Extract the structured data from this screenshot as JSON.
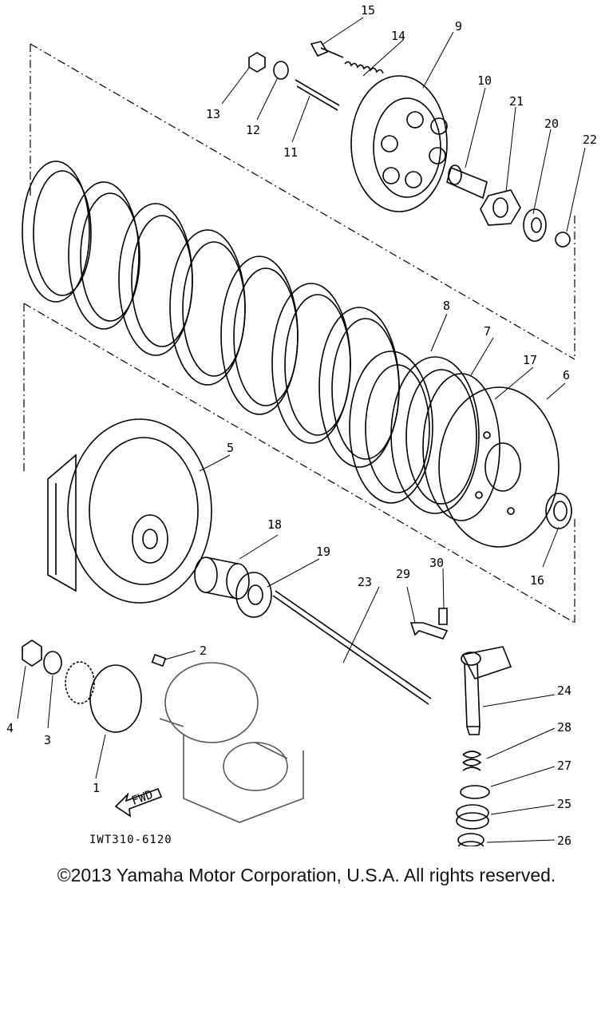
{
  "diagram": {
    "figure_code": "IWT310-6120",
    "direction_label": "FWD",
    "callouts": [
      "1",
      "2",
      "3",
      "4",
      "5",
      "6",
      "7",
      "8",
      "9",
      "10",
      "11",
      "12",
      "13",
      "14",
      "15",
      "16",
      "17",
      "18",
      "19",
      "20",
      "21",
      "22",
      "23",
      "24",
      "25",
      "26",
      "27",
      "28",
      "29",
      "30"
    ]
  },
  "footer": {
    "copyright": "©2013 Yamaha Motor Corporation, U.S.A. All rights reserved."
  }
}
